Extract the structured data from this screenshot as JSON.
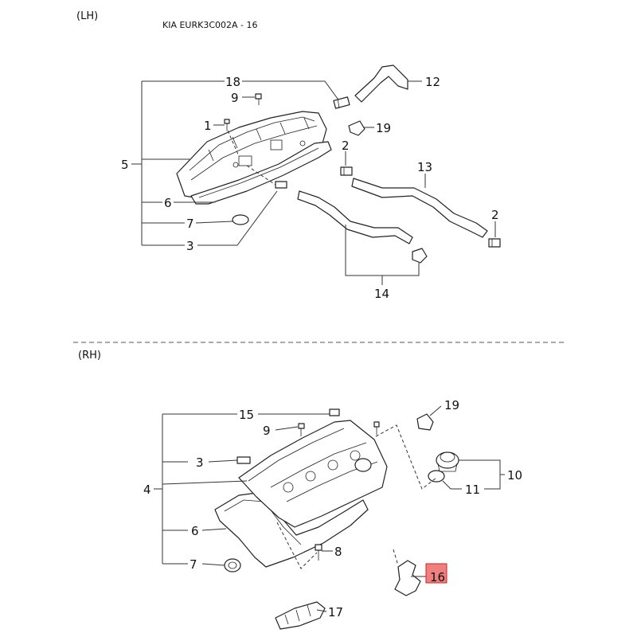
{
  "header": {
    "section_lh": "(LH)",
    "diagram_code": "KIA EURK3C002A - 16",
    "section_rh": "(RH)"
  },
  "lh_callouts": {
    "c18": "18",
    "c12": "12",
    "c9": "9",
    "c1": "1",
    "c19": "19",
    "c5": "5",
    "c2a": "2",
    "c13": "13",
    "c6": "6",
    "c2b": "2",
    "c7": "7",
    "c3": "3",
    "c14": "14"
  },
  "rh_callouts": {
    "c15": "15",
    "c19": "19",
    "c9": "9",
    "c3": "3",
    "c10": "10",
    "c4": "4",
    "c11": "11",
    "c6": "6",
    "c8": "8",
    "c7": "7",
    "c16": "16",
    "c17": "17"
  },
  "colors": {
    "highlight_fill": "#f08080",
    "highlight_stroke": "#d02020",
    "line": "#333333"
  }
}
